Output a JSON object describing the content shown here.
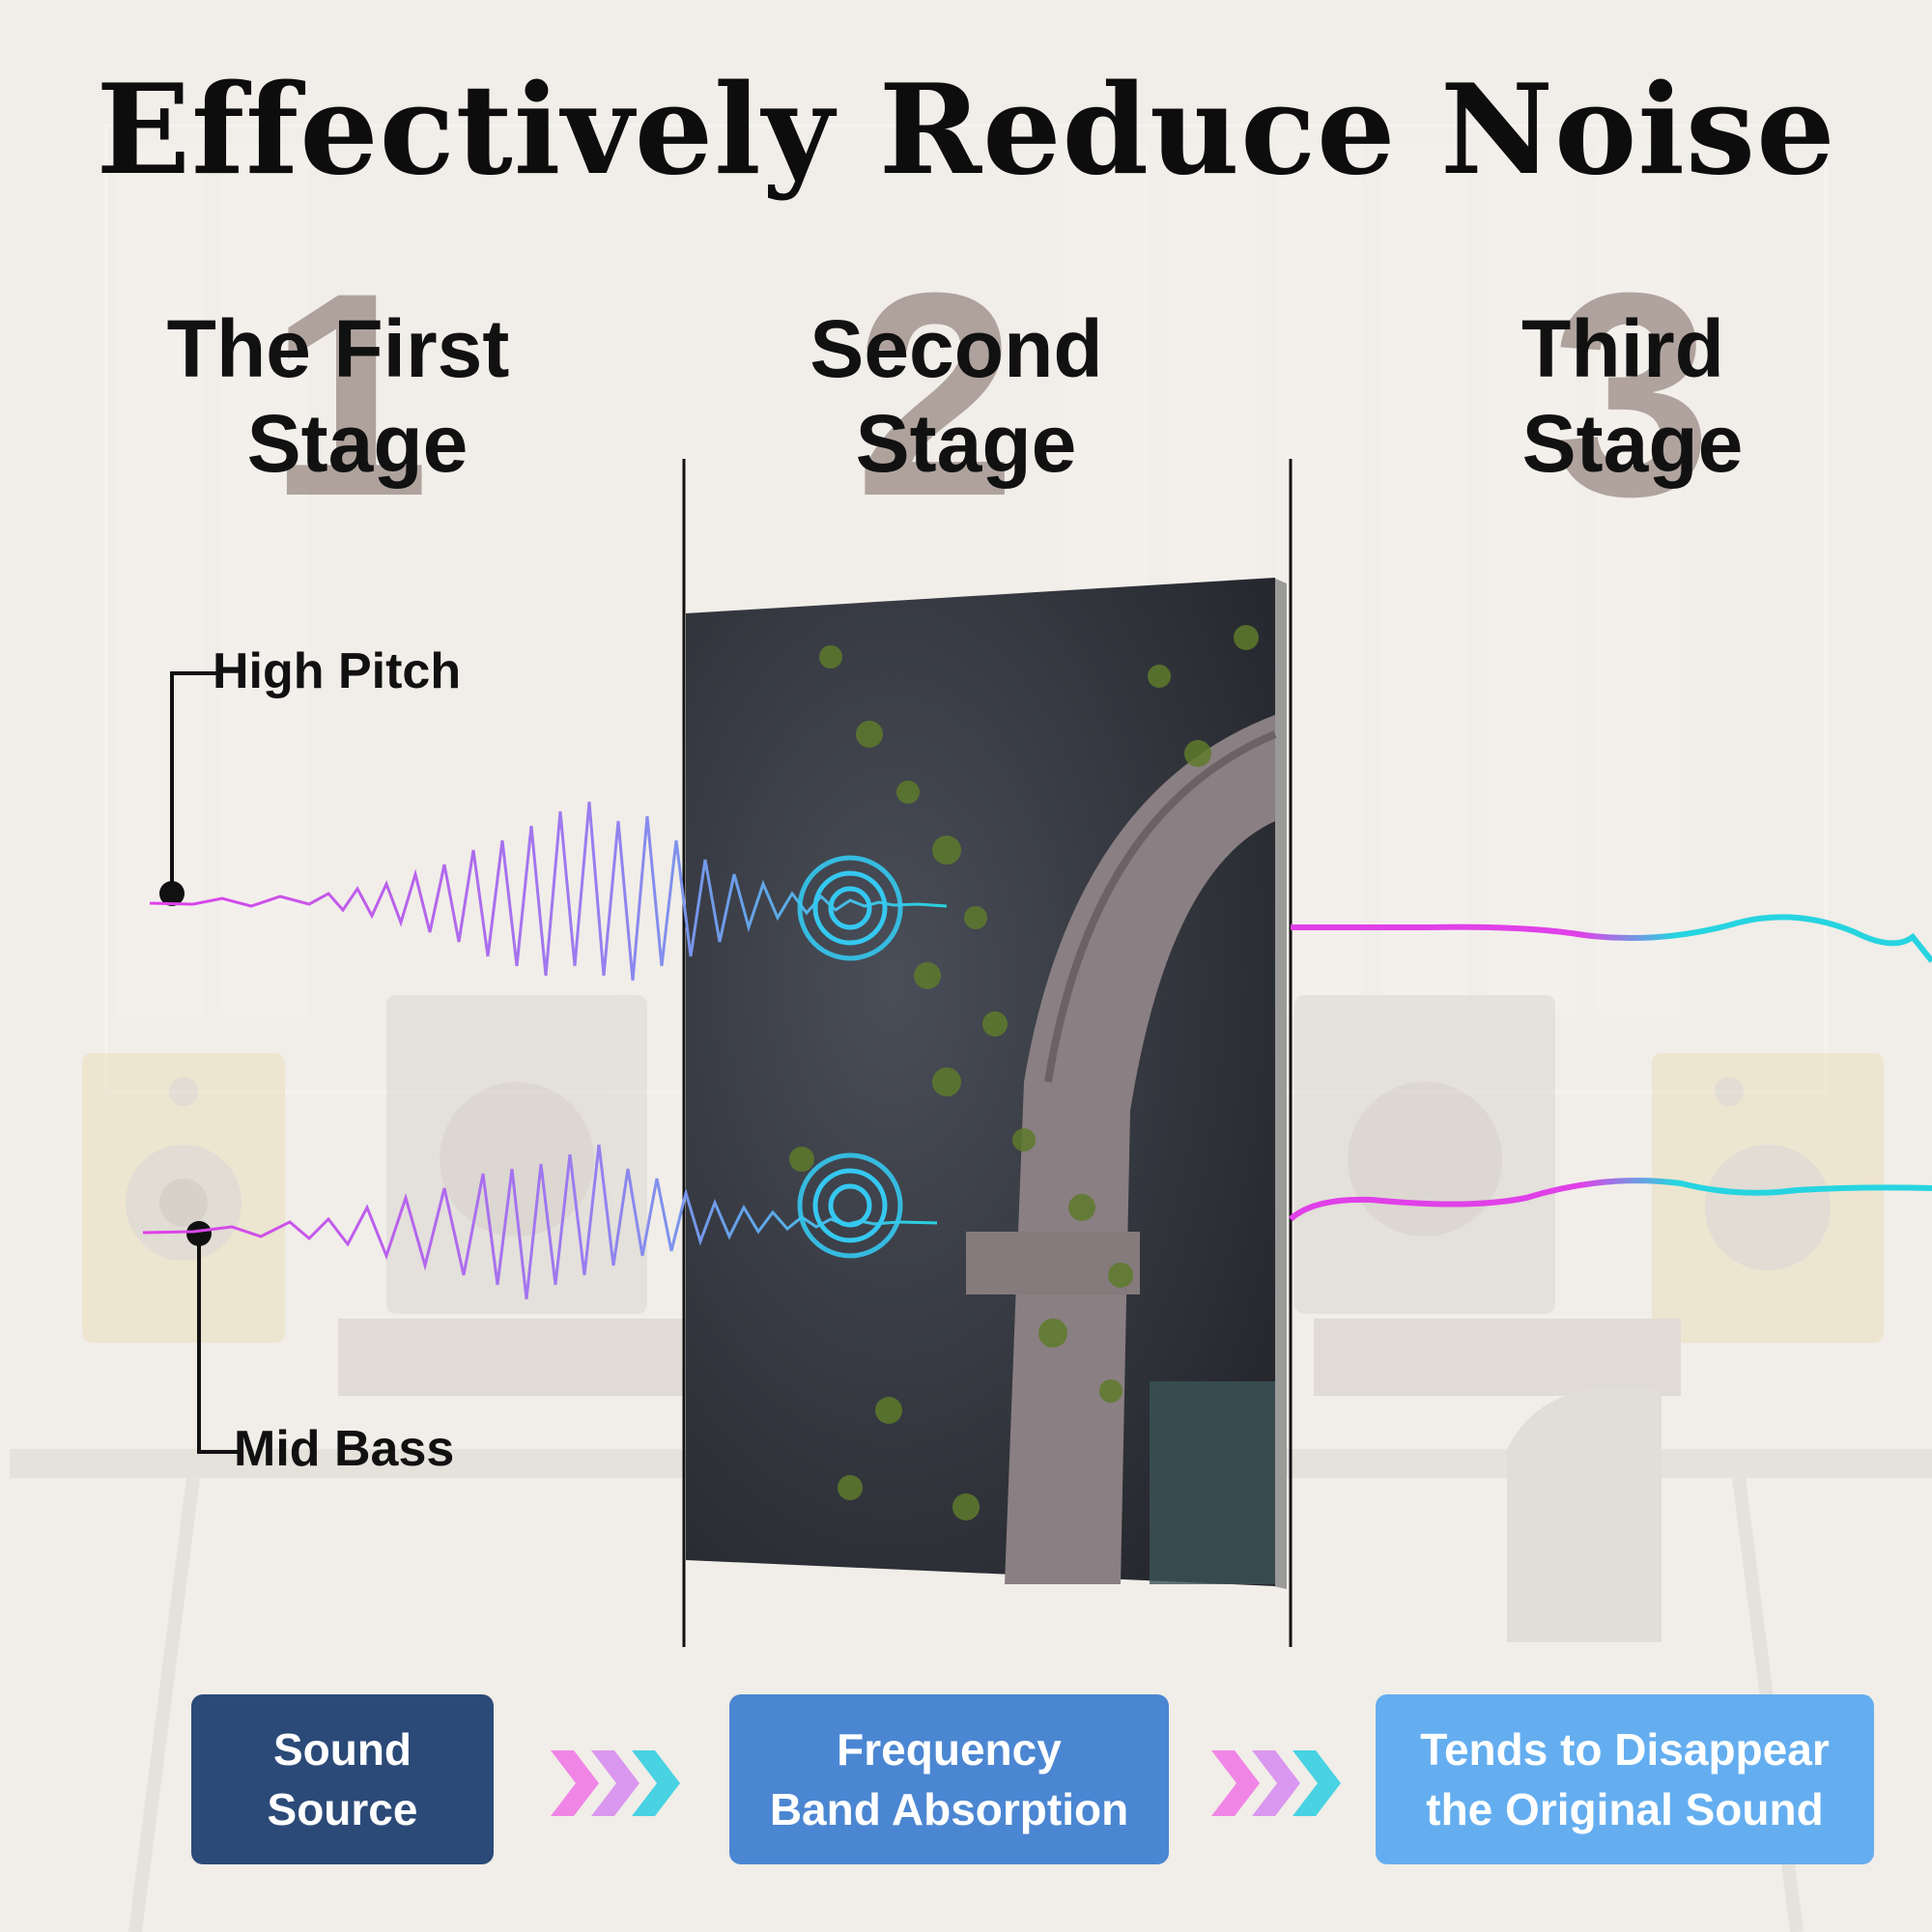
{
  "title": "Effectively Reduce Noise",
  "stages": [
    {
      "number": "1",
      "line1": "The First",
      "line2": "Stage"
    },
    {
      "number": "2",
      "line1": "Second",
      "line2": "Stage"
    },
    {
      "number": "3",
      "line1": "Third",
      "line2": "Stage"
    }
  ],
  "callouts": {
    "high": "High Pitch",
    "mid": "Mid Bass"
  },
  "steps": [
    {
      "line1": "Sound",
      "line2": "Source",
      "color": "#2b4a78"
    },
    {
      "line1": "Frequency",
      "line2": "Band Absorption",
      "color": "#4b86d2"
    },
    {
      "line1": "Tends to Disappear",
      "line2": "the Original Sound",
      "color": "#64aef0"
    }
  ],
  "colors": {
    "wave_start": "#e040e8",
    "wave_end": "#26d4e0",
    "panel": "#3a3d44"
  }
}
